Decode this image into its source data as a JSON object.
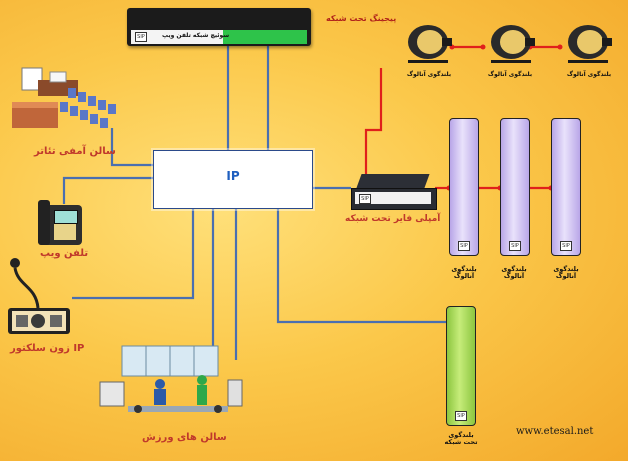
{
  "diagram": {
    "brand": "www.etesal.net",
    "labels": {
      "network_paging": "پیجینگ تحت شبکه",
      "switch": "سوئیچ شبکه تلفن ویپ",
      "ip": "IP",
      "amphitheater": "سالن آمفی تئاتر",
      "voip_phone": "تلفن ویپ",
      "zone_selector": "زون سلکتور IP",
      "gym": "سالن های ورزش",
      "network_amplifier": "آمپلی فایر تحت شبکه",
      "analog_horn": "بلندگوی آنالوگ",
      "analog_column_line1": "بلندگوی",
      "analog_column_line2": "آنالوگ",
      "network_column_line1": "بلندگوی",
      "network_column_line2": "تحت شبکه",
      "logo": "SIP"
    },
    "colors": {
      "link": "#4a6fb0",
      "analog_link": "#e0201b",
      "label": "#c0392b"
    }
  }
}
